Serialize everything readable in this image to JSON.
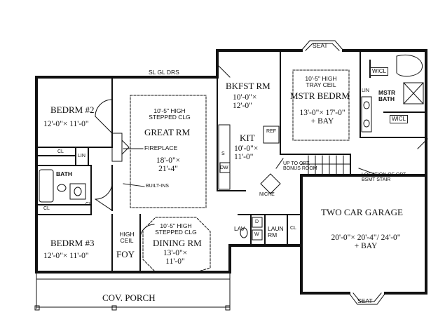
{
  "plan": {
    "top_label": "SL GL DRS",
    "rooms": {
      "bedroom2": {
        "name": "BEDRM #2",
        "dims": "12'-0\"× 11'-0\""
      },
      "great_room": {
        "ceiling": "10'-5\" HIGH\nSTEPPED CLG",
        "name": "GREAT RM",
        "dims": "18'-0\"×\n21'-4\""
      },
      "breakfast": {
        "name": "BKFST RM",
        "dims": "10'-0\"×\n12'-0\""
      },
      "kitchen": {
        "name": "KIT",
        "dims": "10'-0\"×\n11'-0\""
      },
      "master_bedroom": {
        "ceiling": "10'-5\" HIGH\nTRAY CEIL",
        "name": "MSTR BEDRM",
        "dims": "13'-0\"× 17'-0\"\n+ BAY"
      },
      "master_bath": {
        "name": "MSTR\nBATH"
      },
      "bath": {
        "name": "BATH"
      },
      "bedroom3": {
        "name": "BEDRM #3",
        "dims": "12'-0\"× 11'-0\""
      },
      "dining": {
        "ceiling": "10'-5\" HIGH\nSTEPPED CLG",
        "name": "DINING RM",
        "dims": "13'-0\"×\n11'-0\""
      },
      "foyer": {
        "ceiling": "HIGH\nCEIL",
        "name": "FOY"
      },
      "garage": {
        "name": "TWO CAR GARAGE",
        "dims": "20'-0\"× 20'-4\"/ 24'-0\"\n+ BAY"
      },
      "porch": {
        "name": "COV. PORCH"
      },
      "laundry": {
        "name": "LAUN\nRM"
      },
      "lav": {
        "name": "LAV"
      }
    },
    "fixtures": {
      "seat_top": "SEAT",
      "seat_bottom": "SEAT",
      "wicl_1": "WICL",
      "wicl_2": "WICL",
      "lin_master": "LIN",
      "lin_bed2": "LIN",
      "cl_bed2": "CL",
      "cl_bed3a": "CL",
      "cl_bed3b": "CL",
      "cl_laundry": "CL",
      "fireplace": "FIREPLACE",
      "built_ins": "BUILT-INS",
      "ref": "REF",
      "sink": "S",
      "dw": "DW",
      "niche": "NICHE",
      "bonus": "UP TO OPT.\nBONUS ROOM",
      "bsmt": "LOCATION OF OPT\nBSMT STAIR",
      "dryer": "D",
      "washer": "W"
    }
  }
}
